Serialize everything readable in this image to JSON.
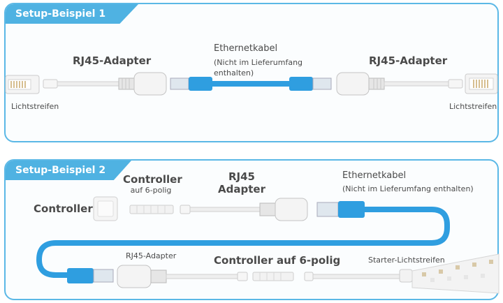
{
  "setup1": {
    "title": "Setup-Beispiel 1",
    "left_adapter": "RJ45-Adapter",
    "right_adapter": "RJ45-Adapter",
    "cable_title": "Ethernetkabel",
    "cable_note_line1": "(Nicht im Lieferumfang",
    "cable_note_line2": "enthalten)",
    "left_strip": "Lichtstreifen",
    "right_strip": "Lichtstreifen"
  },
  "setup2": {
    "title": "Setup-Beispiel 2",
    "controller": "Controller",
    "controller6_line1": "Controller",
    "controller6_line2": "auf 6-polig",
    "rj45_line1": "RJ45",
    "rj45_line2": "Adapter",
    "cable_title": "Ethernetkabel",
    "cable_note": "(Nicht im Lieferumfang enthalten)",
    "adapter_bottom": "RJ45-Adapter",
    "controller6_bottom": "Controller auf 6-polig",
    "starter_strip": "Starter-Lichtstreifen"
  },
  "colors": {
    "accent": "#4fb2e2",
    "cable_blue": "#2f9ee0",
    "adapter_white": "#f2f2f2"
  }
}
